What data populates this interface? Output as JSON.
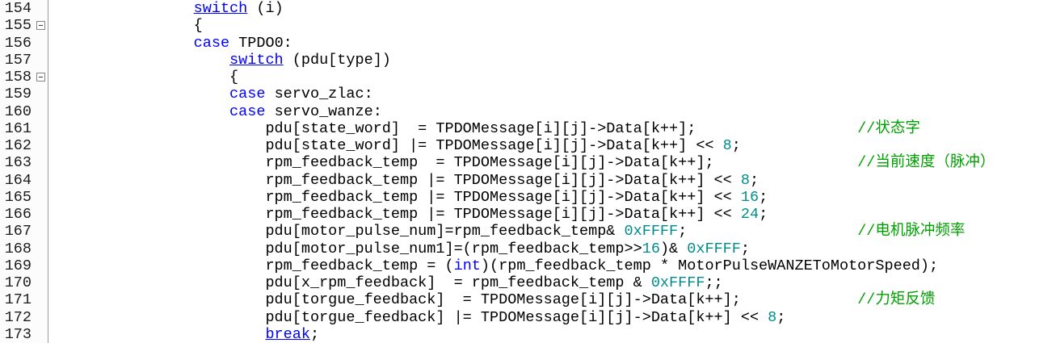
{
  "editor": {
    "language": "c",
    "first_visible_line": 154,
    "last_visible_line": 173,
    "colors": {
      "background": "#ffffff",
      "gutter_background": "#fcfcfc",
      "gutter_border": "#9e9e9e",
      "line_number": "#1c1c1c",
      "plain": "#000000",
      "keyword": "#0000ff",
      "number": "#008c8c",
      "comment": "#00a000"
    },
    "lines": [
      {
        "num": "154",
        "fold": false,
        "tokens": [
          [
            "p",
            "                "
          ],
          [
            "ku",
            "switch"
          ],
          [
            "p",
            " (i)"
          ]
        ]
      },
      {
        "num": "155",
        "fold": true,
        "tokens": [
          [
            "p",
            "                {"
          ]
        ]
      },
      {
        "num": "156",
        "fold": false,
        "tokens": [
          [
            "p",
            "                "
          ],
          [
            "k",
            "case"
          ],
          [
            "p",
            " TPDO0:"
          ]
        ]
      },
      {
        "num": "157",
        "fold": false,
        "tokens": [
          [
            "p",
            "                    "
          ],
          [
            "ku",
            "switch"
          ],
          [
            "p",
            " (pdu[type])"
          ]
        ]
      },
      {
        "num": "158",
        "fold": true,
        "tokens": [
          [
            "p",
            "                    {"
          ]
        ]
      },
      {
        "num": "159",
        "fold": false,
        "tokens": [
          [
            "p",
            "                    "
          ],
          [
            "k",
            "case"
          ],
          [
            "p",
            " servo_zlac:"
          ]
        ]
      },
      {
        "num": "160",
        "fold": false,
        "tokens": [
          [
            "p",
            "                    "
          ],
          [
            "k",
            "case"
          ],
          [
            "p",
            " servo_wanze:"
          ]
        ]
      },
      {
        "num": "161",
        "fold": false,
        "tokens": [
          [
            "p",
            "                        pdu[state_word]  = TPDOMessage[i][j]->Data[k++];                  "
          ],
          [
            "c",
            "//状态字"
          ]
        ]
      },
      {
        "num": "162",
        "fold": false,
        "tokens": [
          [
            "p",
            "                        pdu[state_word] |= TPDOMessage[i][j]->Data[k++] << "
          ],
          [
            "n",
            "8"
          ],
          [
            "p",
            ";"
          ]
        ]
      },
      {
        "num": "163",
        "fold": false,
        "tokens": [
          [
            "p",
            "                        rpm_feedback_temp  = TPDOMessage[i][j]->Data[k++];                "
          ],
          [
            "c",
            "//当前速度（脉冲）"
          ]
        ]
      },
      {
        "num": "164",
        "fold": false,
        "tokens": [
          [
            "p",
            "                        rpm_feedback_temp |= TPDOMessage[i][j]->Data[k++] << "
          ],
          [
            "n",
            "8"
          ],
          [
            "p",
            ";"
          ]
        ]
      },
      {
        "num": "165",
        "fold": false,
        "tokens": [
          [
            "p",
            "                        rpm_feedback_temp |= TPDOMessage[i][j]->Data[k++] << "
          ],
          [
            "n",
            "16"
          ],
          [
            "p",
            ";"
          ]
        ]
      },
      {
        "num": "166",
        "fold": false,
        "tokens": [
          [
            "p",
            "                        rpm_feedback_temp |= TPDOMessage[i][j]->Data[k++] << "
          ],
          [
            "n",
            "24"
          ],
          [
            "p",
            ";"
          ]
        ]
      },
      {
        "num": "167",
        "fold": false,
        "tokens": [
          [
            "p",
            "                        pdu[motor_pulse_num]=rpm_feedback_temp& "
          ],
          [
            "n",
            "0xFFFF"
          ],
          [
            "p",
            ";                   "
          ],
          [
            "c",
            "//电机脉冲频率"
          ]
        ]
      },
      {
        "num": "168",
        "fold": false,
        "tokens": [
          [
            "p",
            "                        pdu[motor_pulse_num1]=(rpm_feedback_temp>>"
          ],
          [
            "n",
            "16"
          ],
          [
            "p",
            ")& "
          ],
          [
            "n",
            "0xFFFF"
          ],
          [
            "p",
            ";"
          ]
        ]
      },
      {
        "num": "169",
        "fold": false,
        "tokens": [
          [
            "p",
            "                        rpm_feedback_temp = ("
          ],
          [
            "k",
            "int"
          ],
          [
            "p",
            ")(rpm_feedback_temp * MotorPulseWANZEToMotorSpeed);"
          ]
        ]
      },
      {
        "num": "170",
        "fold": false,
        "tokens": [
          [
            "p",
            "                        pdu[x_rpm_feedback]  = rpm_feedback_temp & "
          ],
          [
            "n",
            "0xFFFF"
          ],
          [
            "p",
            ";;"
          ]
        ]
      },
      {
        "num": "171",
        "fold": false,
        "tokens": [
          [
            "p",
            "                        pdu[torgue_feedback]  = TPDOMessage[i][j]->Data[k++];             "
          ],
          [
            "c",
            "//力矩反馈"
          ]
        ]
      },
      {
        "num": "172",
        "fold": false,
        "tokens": [
          [
            "p",
            "                        pdu[torgue_feedback] |= TPDOMessage[i][j]->Data[k++] << "
          ],
          [
            "n",
            "8"
          ],
          [
            "p",
            ";"
          ]
        ]
      },
      {
        "num": "173",
        "fold": false,
        "tokens": [
          [
            "p",
            "                        "
          ],
          [
            "ku",
            "break"
          ],
          [
            "p",
            ";"
          ]
        ]
      }
    ]
  }
}
